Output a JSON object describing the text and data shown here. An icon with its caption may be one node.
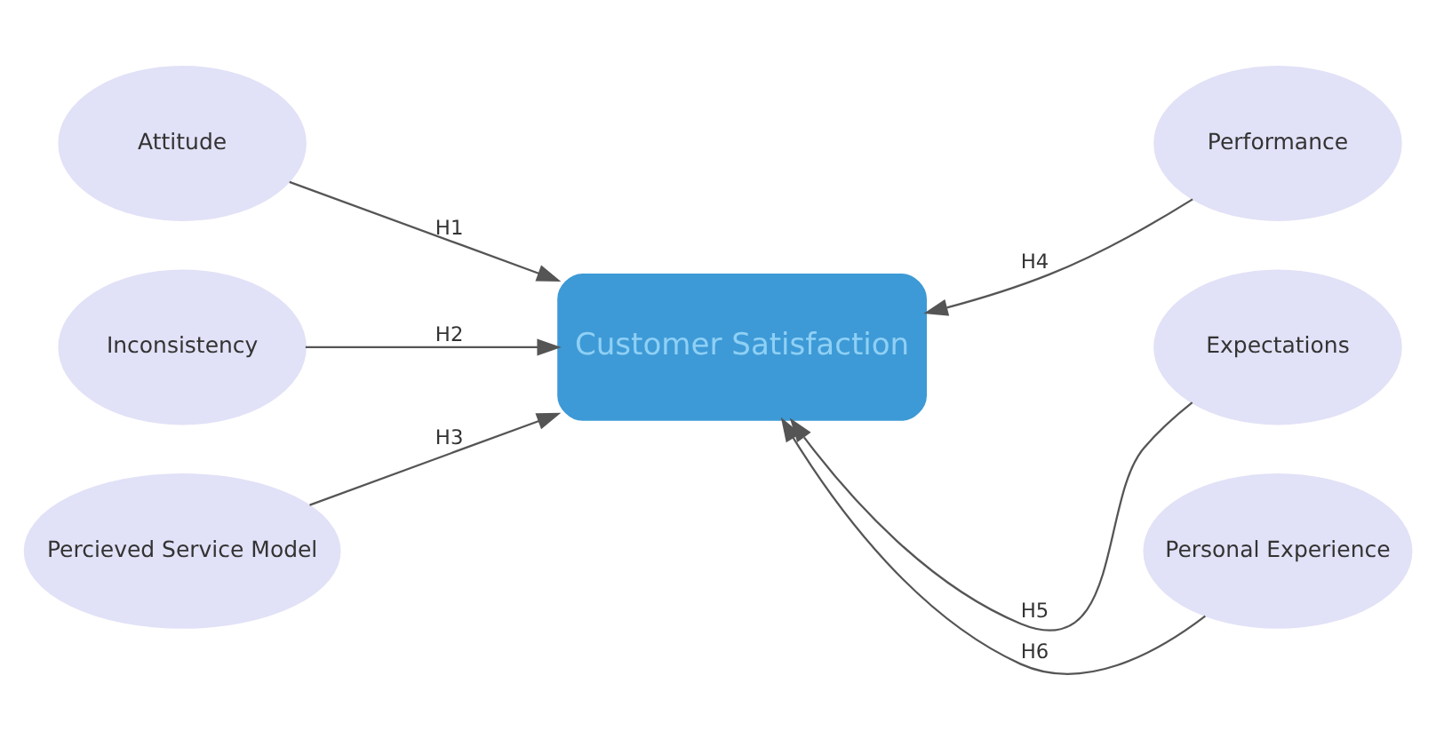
{
  "diagram": {
    "nodes": [
      {
        "text": [
          "Attitude"
        ]
      },
      {
        "text": [
          "Inconsistency"
        ]
      },
      {
        "text": [
          "Percieved Service Model"
        ]
      },
      {
        "text": [
          "Customer Satisfaction"
        ]
      },
      {
        "text": [
          "Performance"
        ]
      },
      {
        "text": [
          "Expectations"
        ]
      },
      {
        "text": [
          "Personal Experience"
        ]
      }
    ],
    "edges": [
      {
        "from": 0,
        "to": 3,
        "arrow": "to",
        "label": "H1"
      },
      {
        "from": 1,
        "to": 3,
        "arrow": "to",
        "label": "H2"
      },
      {
        "from": 2,
        "to": 3,
        "arrow": "to",
        "label": "H3"
      },
      {
        "from": 4,
        "to": 3,
        "arrow": "to",
        "label": "H4"
      },
      {
        "from": 5,
        "to": 3,
        "arrow": "to",
        "label": "H5"
      },
      {
        "from": 6,
        "to": 3,
        "arrow": "to",
        "label": "H6"
      }
    ]
  }
}
